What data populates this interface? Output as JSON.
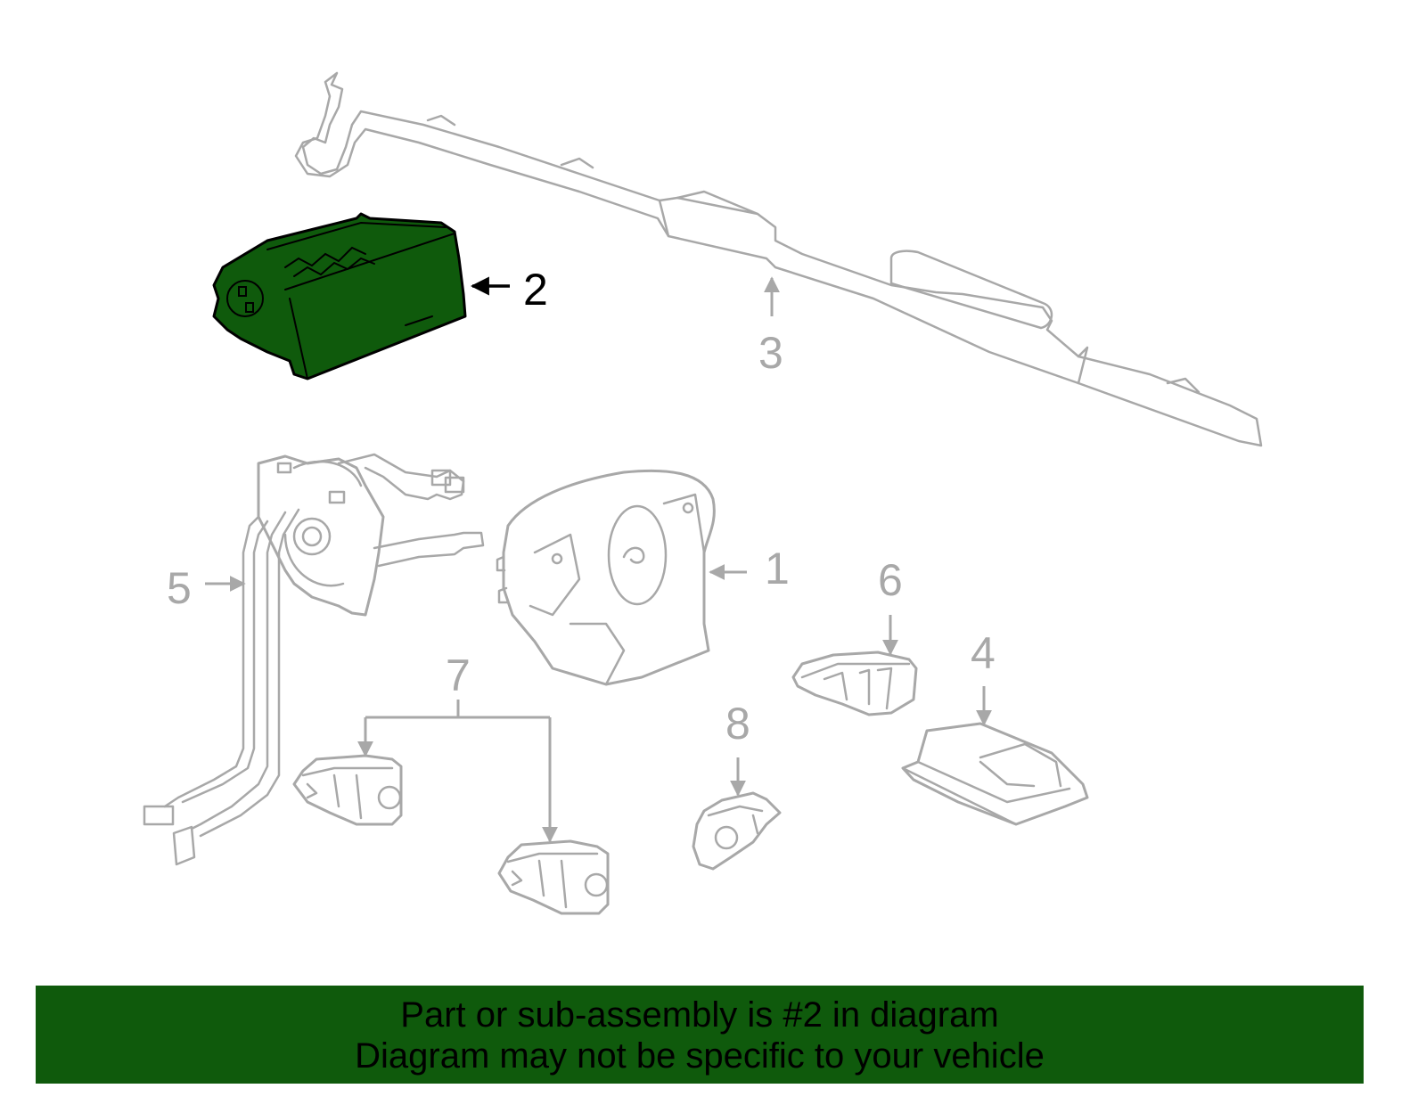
{
  "colors": {
    "highlight": "#0f5a0c",
    "parts_outline": "#a8a8a8",
    "highlight_outline": "#000000",
    "banner_background": "#0f5a0c",
    "banner_text": "#000000"
  },
  "callouts": {
    "c1": "1",
    "c2": "2",
    "c3": "3",
    "c4": "4",
    "c5": "5",
    "c6": "6",
    "c7": "7",
    "c8": "8"
  },
  "highlighted_part": "2",
  "banner": {
    "line1": "Part or sub-assembly is #2 in diagram",
    "line2": "Diagram may not be specific to your vehicle"
  }
}
